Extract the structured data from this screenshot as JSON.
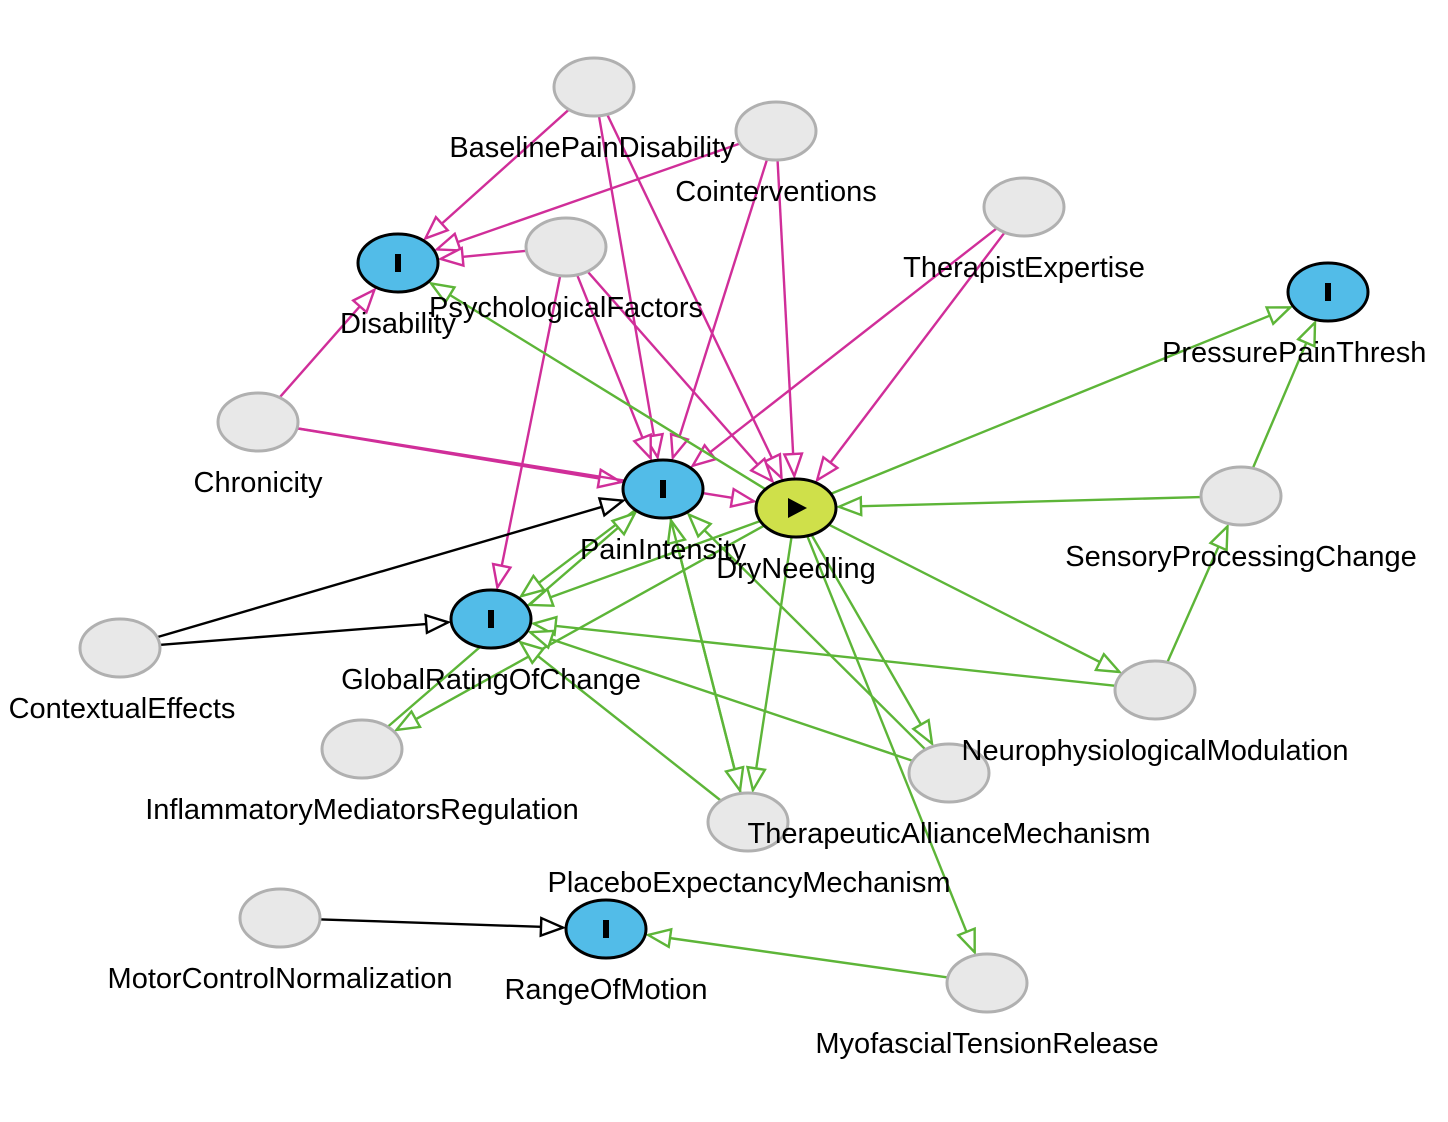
{
  "colors": {
    "confounder_edge": "#d02e99",
    "causal_edge": "#5db538",
    "other_edge": "#000000",
    "latent_fill": "#e8e8e8",
    "latent_stroke": "#b0b0b0",
    "outcome_fill": "#52bce8",
    "exposure_fill": "#cfe04a",
    "node_stroke": "#000000"
  },
  "nodes": [
    {
      "id": "BaselinePainDisability",
      "label": "BaselinePainDisability",
      "kind": "latent"
    },
    {
      "id": "Cointerventions",
      "label": "Cointerventions",
      "kind": "latent"
    },
    {
      "id": "TherapistExpertise",
      "label": "TherapistExpertise",
      "kind": "latent"
    },
    {
      "id": "Disability",
      "label": "Disability",
      "kind": "outcome"
    },
    {
      "id": "PsychologicalFactors",
      "label": "PsychologicalFactors",
      "kind": "latent"
    },
    {
      "id": "PressurePainThreshold",
      "label": "PressurePainThresh",
      "kind": "outcome"
    },
    {
      "id": "Chronicity",
      "label": "Chronicity",
      "kind": "latent"
    },
    {
      "id": "PainIntensity",
      "label": "PainIntensity",
      "kind": "outcome"
    },
    {
      "id": "DryNeedling",
      "label": "DryNeedling",
      "kind": "exposure"
    },
    {
      "id": "SensoryProcessingChange",
      "label": "SensoryProcessingChange",
      "kind": "latent"
    },
    {
      "id": "ContextualEffects",
      "label": "ContextualEffects",
      "kind": "latent"
    },
    {
      "id": "GlobalRatingOfChange",
      "label": "GlobalRatingOfChange",
      "kind": "outcome"
    },
    {
      "id": "NeurophysiologicalModulation",
      "label": "NeurophysiologicalModulation",
      "kind": "latent"
    },
    {
      "id": "InflammatoryMediatorsRegulation",
      "label": "InflammatoryMediatorsRegulation",
      "kind": "latent"
    },
    {
      "id": "TherapeuticAllianceMechanism",
      "label": "TherapeuticAllianceMechanism",
      "kind": "latent"
    },
    {
      "id": "PlaceboExpectancyMechanism",
      "label": "PlaceboExpectancyMechanism",
      "kind": "latent"
    },
    {
      "id": "MotorControlNormalization",
      "label": "MotorControlNormalization",
      "kind": "latent"
    },
    {
      "id": "RangeOfMotion",
      "label": "RangeOfMotion",
      "kind": "outcome"
    },
    {
      "id": "MyofascialTensionRelease",
      "label": "MyofascialTensionRelease",
      "kind": "latent"
    }
  ],
  "edges": [
    {
      "from": "BaselinePainDisability",
      "to": "Disability",
      "type": "confounder"
    },
    {
      "from": "BaselinePainDisability",
      "to": "PainIntensity",
      "type": "confounder"
    },
    {
      "from": "BaselinePainDisability",
      "to": "DryNeedling",
      "type": "confounder"
    },
    {
      "from": "Cointerventions",
      "to": "Disability",
      "type": "confounder"
    },
    {
      "from": "Cointerventions",
      "to": "PainIntensity",
      "type": "confounder"
    },
    {
      "from": "Cointerventions",
      "to": "DryNeedling",
      "type": "confounder"
    },
    {
      "from": "PsychologicalFactors",
      "to": "Disability",
      "type": "confounder"
    },
    {
      "from": "PsychologicalFactors",
      "to": "PainIntensity",
      "type": "confounder"
    },
    {
      "from": "PsychologicalFactors",
      "to": "DryNeedling",
      "type": "confounder"
    },
    {
      "from": "PsychologicalFactors",
      "to": "GlobalRatingOfChange",
      "type": "confounder"
    },
    {
      "from": "TherapistExpertise",
      "to": "PainIntensity",
      "type": "confounder"
    },
    {
      "from": "TherapistExpertise",
      "to": "DryNeedling",
      "type": "confounder"
    },
    {
      "from": "Chronicity",
      "to": "Disability",
      "type": "confounder"
    },
    {
      "from": "Chronicity",
      "to": "PainIntensity",
      "type": "confounder"
    },
    {
      "from": "Chronicity",
      "to": "DryNeedling",
      "type": "confounder"
    },
    {
      "from": "DryNeedling",
      "to": "Disability",
      "type": "causal"
    },
    {
      "from": "DryNeedling",
      "to": "GlobalRatingOfChange",
      "type": "causal"
    },
    {
      "from": "DryNeedling",
      "to": "PressurePainThreshold",
      "type": "causal"
    },
    {
      "from": "DryNeedling",
      "to": "NeurophysiologicalModulation",
      "type": "causal"
    },
    {
      "from": "DryNeedling",
      "to": "TherapeuticAllianceMechanism",
      "type": "causal"
    },
    {
      "from": "DryNeedling",
      "to": "MyofascialTensionRelease",
      "type": "causal"
    },
    {
      "from": "DryNeedling",
      "to": "PlaceboExpectancyMechanism",
      "type": "causal"
    },
    {
      "from": "DryNeedling",
      "to": "InflammatoryMediatorsRegulation",
      "type": "causal"
    },
    {
      "from": "SensoryProcessingChange",
      "to": "DryNeedling",
      "type": "causal"
    },
    {
      "from": "SensoryProcessingChange",
      "to": "PressurePainThreshold",
      "type": "causal"
    },
    {
      "from": "NeurophysiologicalModulation",
      "to": "SensoryProcessingChange",
      "type": "causal"
    },
    {
      "from": "NeurophysiologicalModulation",
      "to": "GlobalRatingOfChange",
      "type": "causal"
    },
    {
      "from": "TherapeuticAllianceMechanism",
      "to": "PainIntensity",
      "type": "causal"
    },
    {
      "from": "TherapeuticAllianceMechanism",
      "to": "GlobalRatingOfChange",
      "type": "causal"
    },
    {
      "from": "PlaceboExpectancyMechanism",
      "to": "PainIntensity",
      "type": "causal"
    },
    {
      "from": "PlaceboExpectancyMechanism",
      "to": "GlobalRatingOfChange",
      "type": "causal"
    },
    {
      "from": "PainIntensity",
      "to": "GlobalRatingOfChange",
      "type": "causal"
    },
    {
      "from": "PainIntensity",
      "to": "PlaceboExpectancyMechanism",
      "type": "causal"
    },
    {
      "from": "InflammatoryMediatorsRegulation",
      "to": "PainIntensity",
      "type": "causal"
    },
    {
      "from": "MyofascialTensionRelease",
      "to": "RangeOfMotion",
      "type": "causal"
    },
    {
      "from": "ContextualEffects",
      "to": "PainIntensity",
      "type": "other"
    },
    {
      "from": "ContextualEffects",
      "to": "GlobalRatingOfChange",
      "type": "other"
    },
    {
      "from": "MotorControlNormalization",
      "to": "RangeOfMotion",
      "type": "other"
    }
  ]
}
